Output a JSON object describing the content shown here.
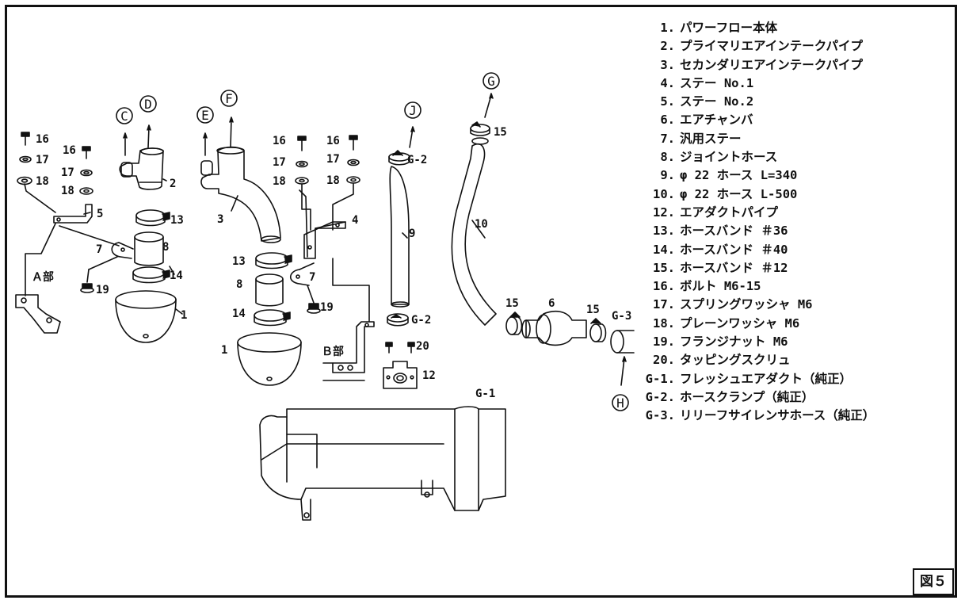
{
  "legend": {
    "items": [
      {
        "num": "1.",
        "text": "パワーフロー本体"
      },
      {
        "num": "2.",
        "text": "プライマリエアインテークパイプ"
      },
      {
        "num": "3.",
        "text": "セカンダリエアインテークパイプ"
      },
      {
        "num": "4.",
        "text": "ステー No.1"
      },
      {
        "num": "5.",
        "text": "ステー No.2"
      },
      {
        "num": "6.",
        "text": "エアチャンバ"
      },
      {
        "num": "7.",
        "text": "汎用ステー"
      },
      {
        "num": "8.",
        "text": "ジョイントホース"
      },
      {
        "num": "9.",
        "text": "φ 22 ホース L=340"
      },
      {
        "num": "10.",
        "text": "φ 22 ホース L-500"
      },
      {
        "num": "12.",
        "text": "エアダクトパイプ"
      },
      {
        "num": "13.",
        "text": "ホースバンド ＃36"
      },
      {
        "num": "14.",
        "text": "ホースバンド ＃40"
      },
      {
        "num": "15.",
        "text": "ホースバンド ＃12"
      },
      {
        "num": "16.",
        "text": "ボルト M6-15"
      },
      {
        "num": "17.",
        "text": "スプリングワッシャ M6"
      },
      {
        "num": "18.",
        "text": "プレーンワッシャ M6"
      },
      {
        "num": "19.",
        "text": "フランジナット M6"
      },
      {
        "num": "20.",
        "text": "タッピングスクリュ"
      },
      {
        "num": "G-1.",
        "text": "フレッシュエアダクト（純正）"
      },
      {
        "num": "G-2.",
        "text": "ホースクランプ（純正）"
      },
      {
        "num": "G-3.",
        "text": "リリーフサイレンサホース（純正）"
      }
    ]
  },
  "figure_label": "図５",
  "diagram": {
    "area_a": "Ａ部",
    "area_b": "Ｂ部",
    "circled": {
      "C": "C",
      "D": "D",
      "E": "E",
      "F": "F",
      "G": "G",
      "H": "H",
      "J": "J"
    },
    "callouts": {
      "a16": "16",
      "a17": "17",
      "a18": "18",
      "b16": "16",
      "b17": "17",
      "b18": "18",
      "c16": "16",
      "c17": "17",
      "c18": "18",
      "d16": "16",
      "d17": "17",
      "d18": "18",
      "n2": "2",
      "n5": "5",
      "a13": "13",
      "a8": "8",
      "a7": "7",
      "a14": "14",
      "a19": "19",
      "a1": "1",
      "n3": "3",
      "b13": "13",
      "b8": "8",
      "b7": "7",
      "b14": "14",
      "b19": "19",
      "b1": "1",
      "n4": "4",
      "n9": "9",
      "n10": "10",
      "n6": "6",
      "n12": "12",
      "n20": "20",
      "g2top": "G-2",
      "g2bot": "G-2",
      "g15top": "15",
      "g15a": "15",
      "g15b": "15",
      "g3": "G-3",
      "g1": "G-1"
    }
  }
}
